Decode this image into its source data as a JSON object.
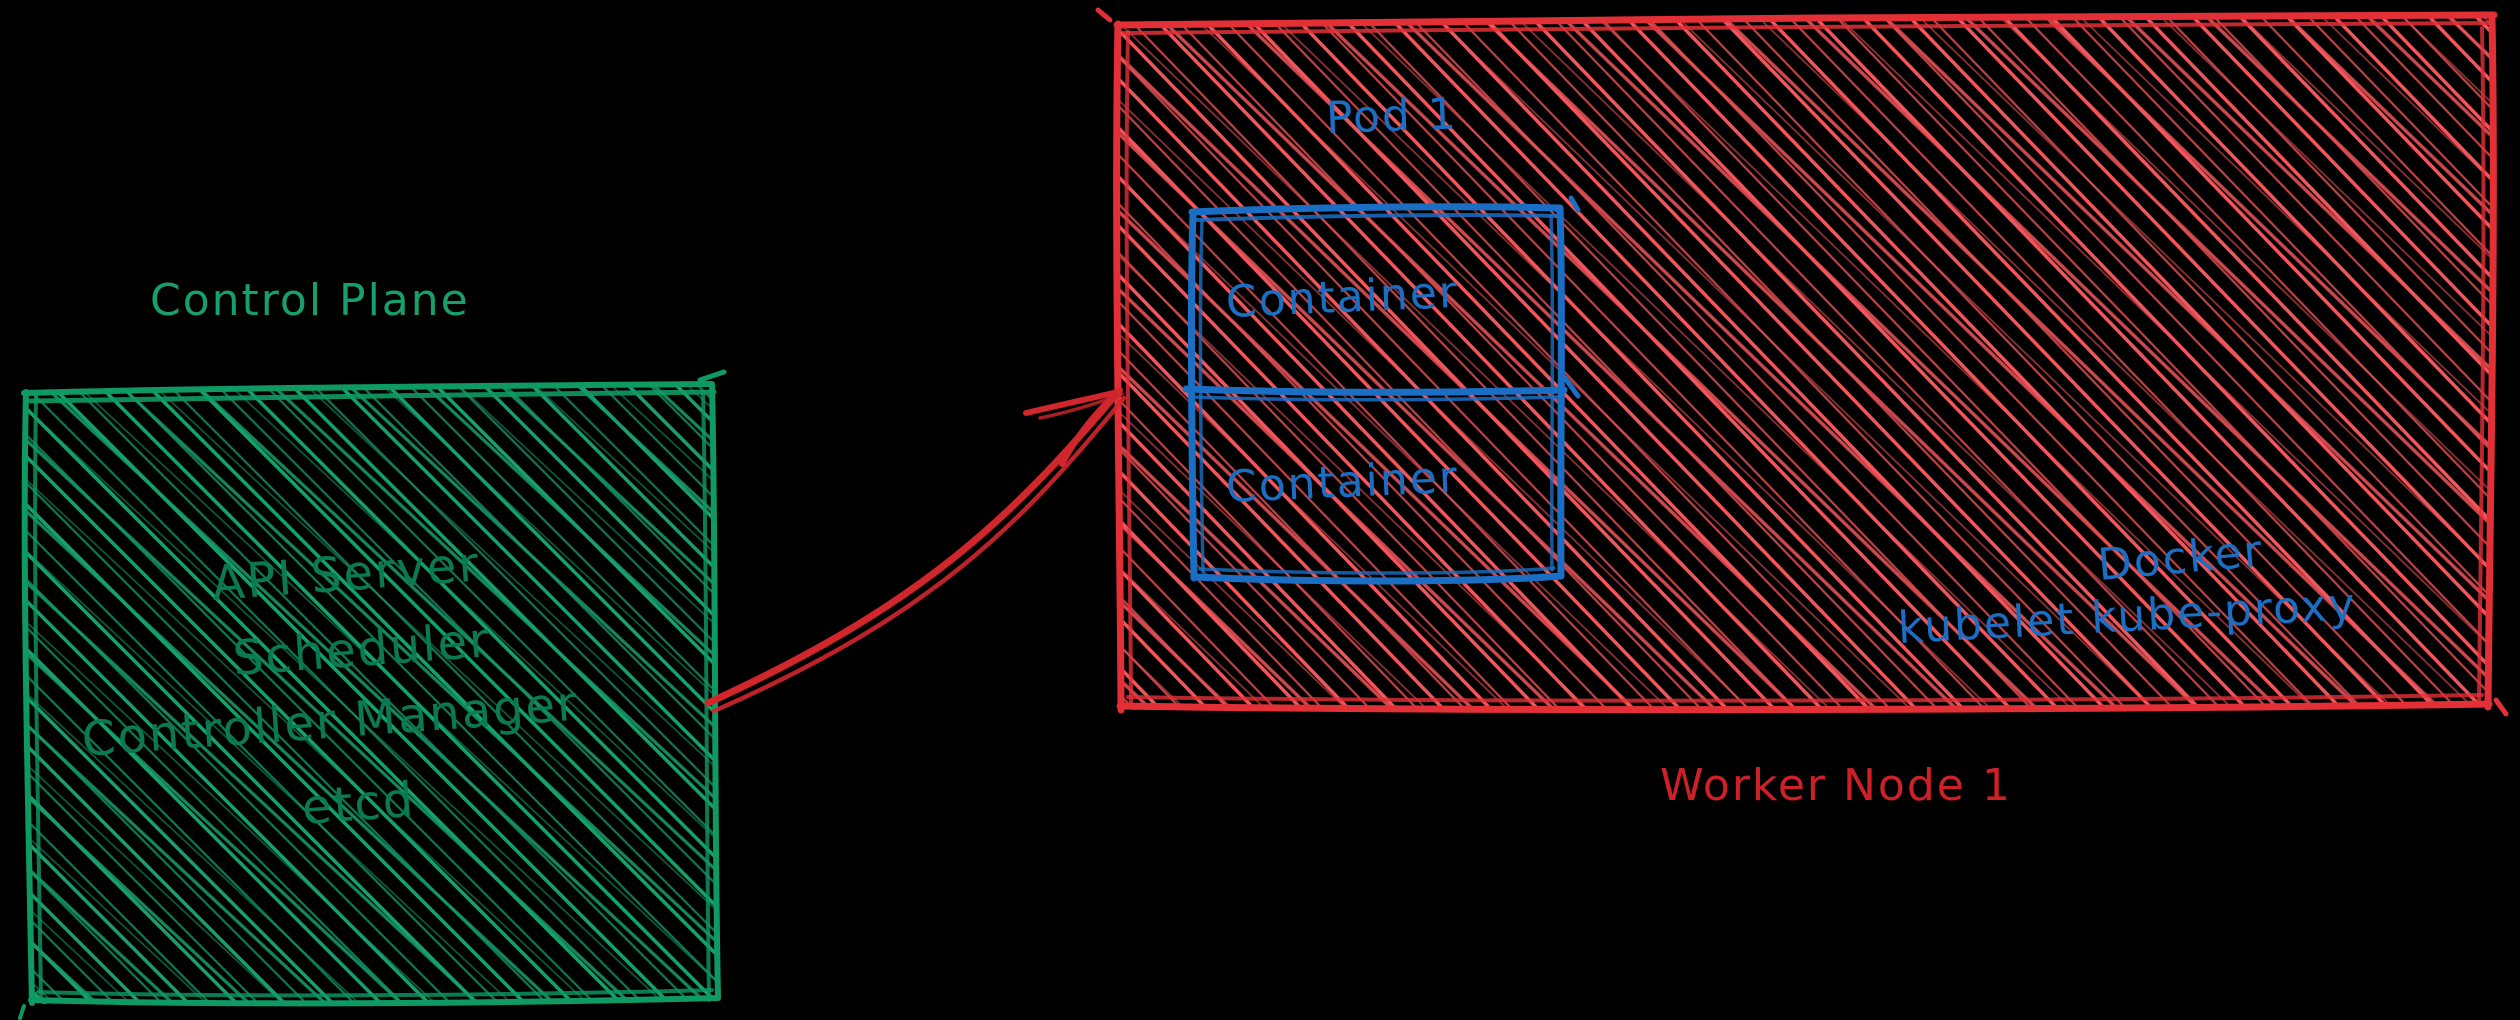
{
  "diagram": {
    "title_hidden": "",
    "colors": {
      "background": "#000000",
      "control_plane_green": "#17a06c",
      "control_plane_green_text": "#0b7a52",
      "worker_node_red": "#f2555a",
      "worker_node_red_text": "#cf2027",
      "pod_blue": "#1a6fc4",
      "arrow_red": "#d0262c"
    },
    "control_plane": {
      "title": "Control Plane",
      "components": [
        "API Server",
        "Scheduler",
        "Controller Manager",
        "etcd"
      ]
    },
    "worker_node": {
      "title": "Worker Node 1",
      "pod": {
        "title": "Pod 1",
        "containers": [
          "Container",
          "Container"
        ]
      },
      "runtime_components": [
        "Docker",
        "kubelet  kube-proxy"
      ]
    },
    "connection": {
      "from": "Control Plane",
      "to": "Worker Node 1",
      "style": "arrow"
    }
  }
}
